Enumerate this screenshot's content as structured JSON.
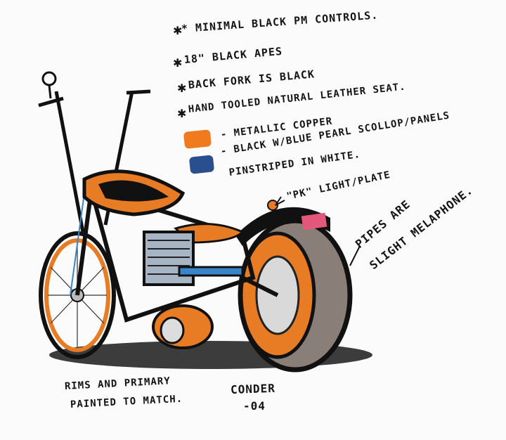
{
  "notes": {
    "line1": "* MINIMAL BLACK PM CONTROLS.",
    "line2": "18\" BLACK APES",
    "line3": "BACK FORK IS BLACK",
    "line4": "HAND TOOLED NATURAL LEATHER SEAT.",
    "line5": "- METALLIC COPPER",
    "line6": "- BLACK W/BLUE PEARL SCOLLOP/PANELS",
    "line7": "PINSTRIPED IN WHITE.",
    "line8": "\"PK\" LIGHT/PLATE",
    "line9": "PIPES ARE",
    "line10": "SLIGHT MELAPHONE.",
    "bottom1": "RIMS AND PRIMARY",
    "bottom2": "PAINTED TO MATCH.",
    "signature1": "CONDER",
    "signature2": "-04"
  },
  "colors": {
    "copper": "#f07a1e",
    "blue_pearl": "#2a4f8f",
    "ink": "#141414",
    "tire": "#8a7f78"
  },
  "icons": {
    "star": "star-icon",
    "arrow": "arrow-icon"
  }
}
